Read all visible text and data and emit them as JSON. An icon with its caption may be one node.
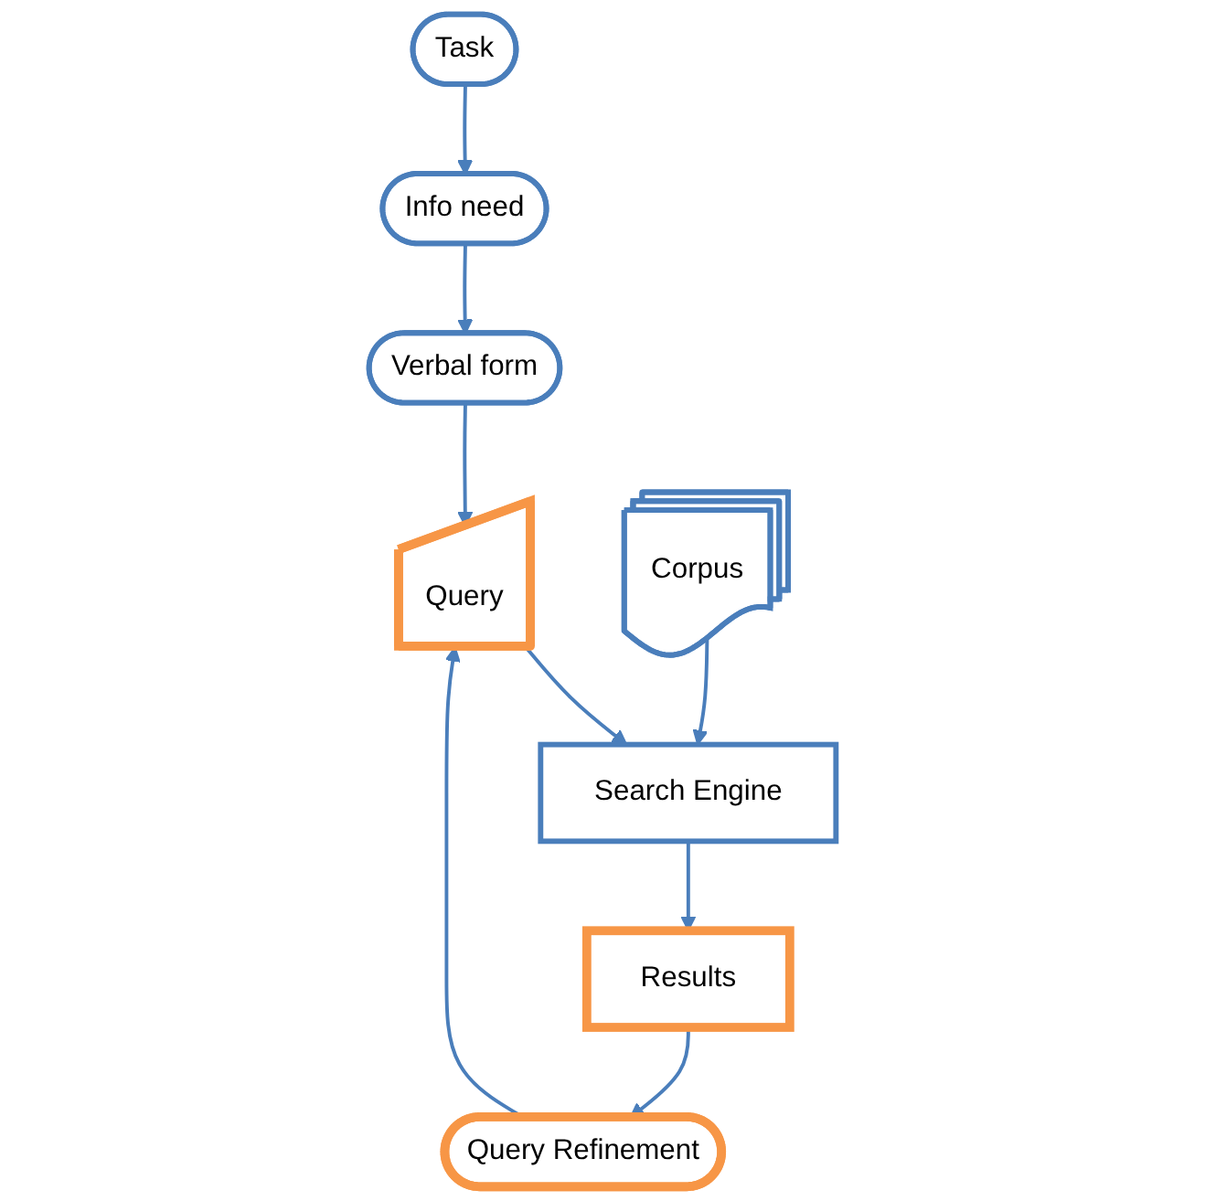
{
  "diagram": {
    "nodes": [
      {
        "text": [
          "Task"
        ]
      },
      {
        "text": [
          "Info need"
        ]
      },
      {
        "text": [
          "Verbal form"
        ]
      },
      {
        "text": [
          "Query"
        ]
      },
      {
        "text": [
          "Corpus"
        ]
      },
      {
        "text": [
          "Search Engine"
        ]
      },
      {
        "text": [
          "Results"
        ]
      },
      {
        "text": [
          "Query Refinement"
        ]
      }
    ],
    "edges": [
      {
        "from": 0,
        "to": 1,
        "arrow": "to"
      },
      {
        "from": 1,
        "to": 2,
        "arrow": "to"
      },
      {
        "from": 2,
        "to": 3,
        "arrow": "to"
      },
      {
        "from": 3,
        "to": 5,
        "arrow": "to"
      },
      {
        "from": 4,
        "to": 5,
        "arrow": "to"
      },
      {
        "from": 5,
        "to": 6,
        "arrow": "to"
      },
      {
        "from": 6,
        "to": 7,
        "arrow": "to"
      },
      {
        "from": 7,
        "to": 3,
        "arrow": "to"
      }
    ]
  }
}
